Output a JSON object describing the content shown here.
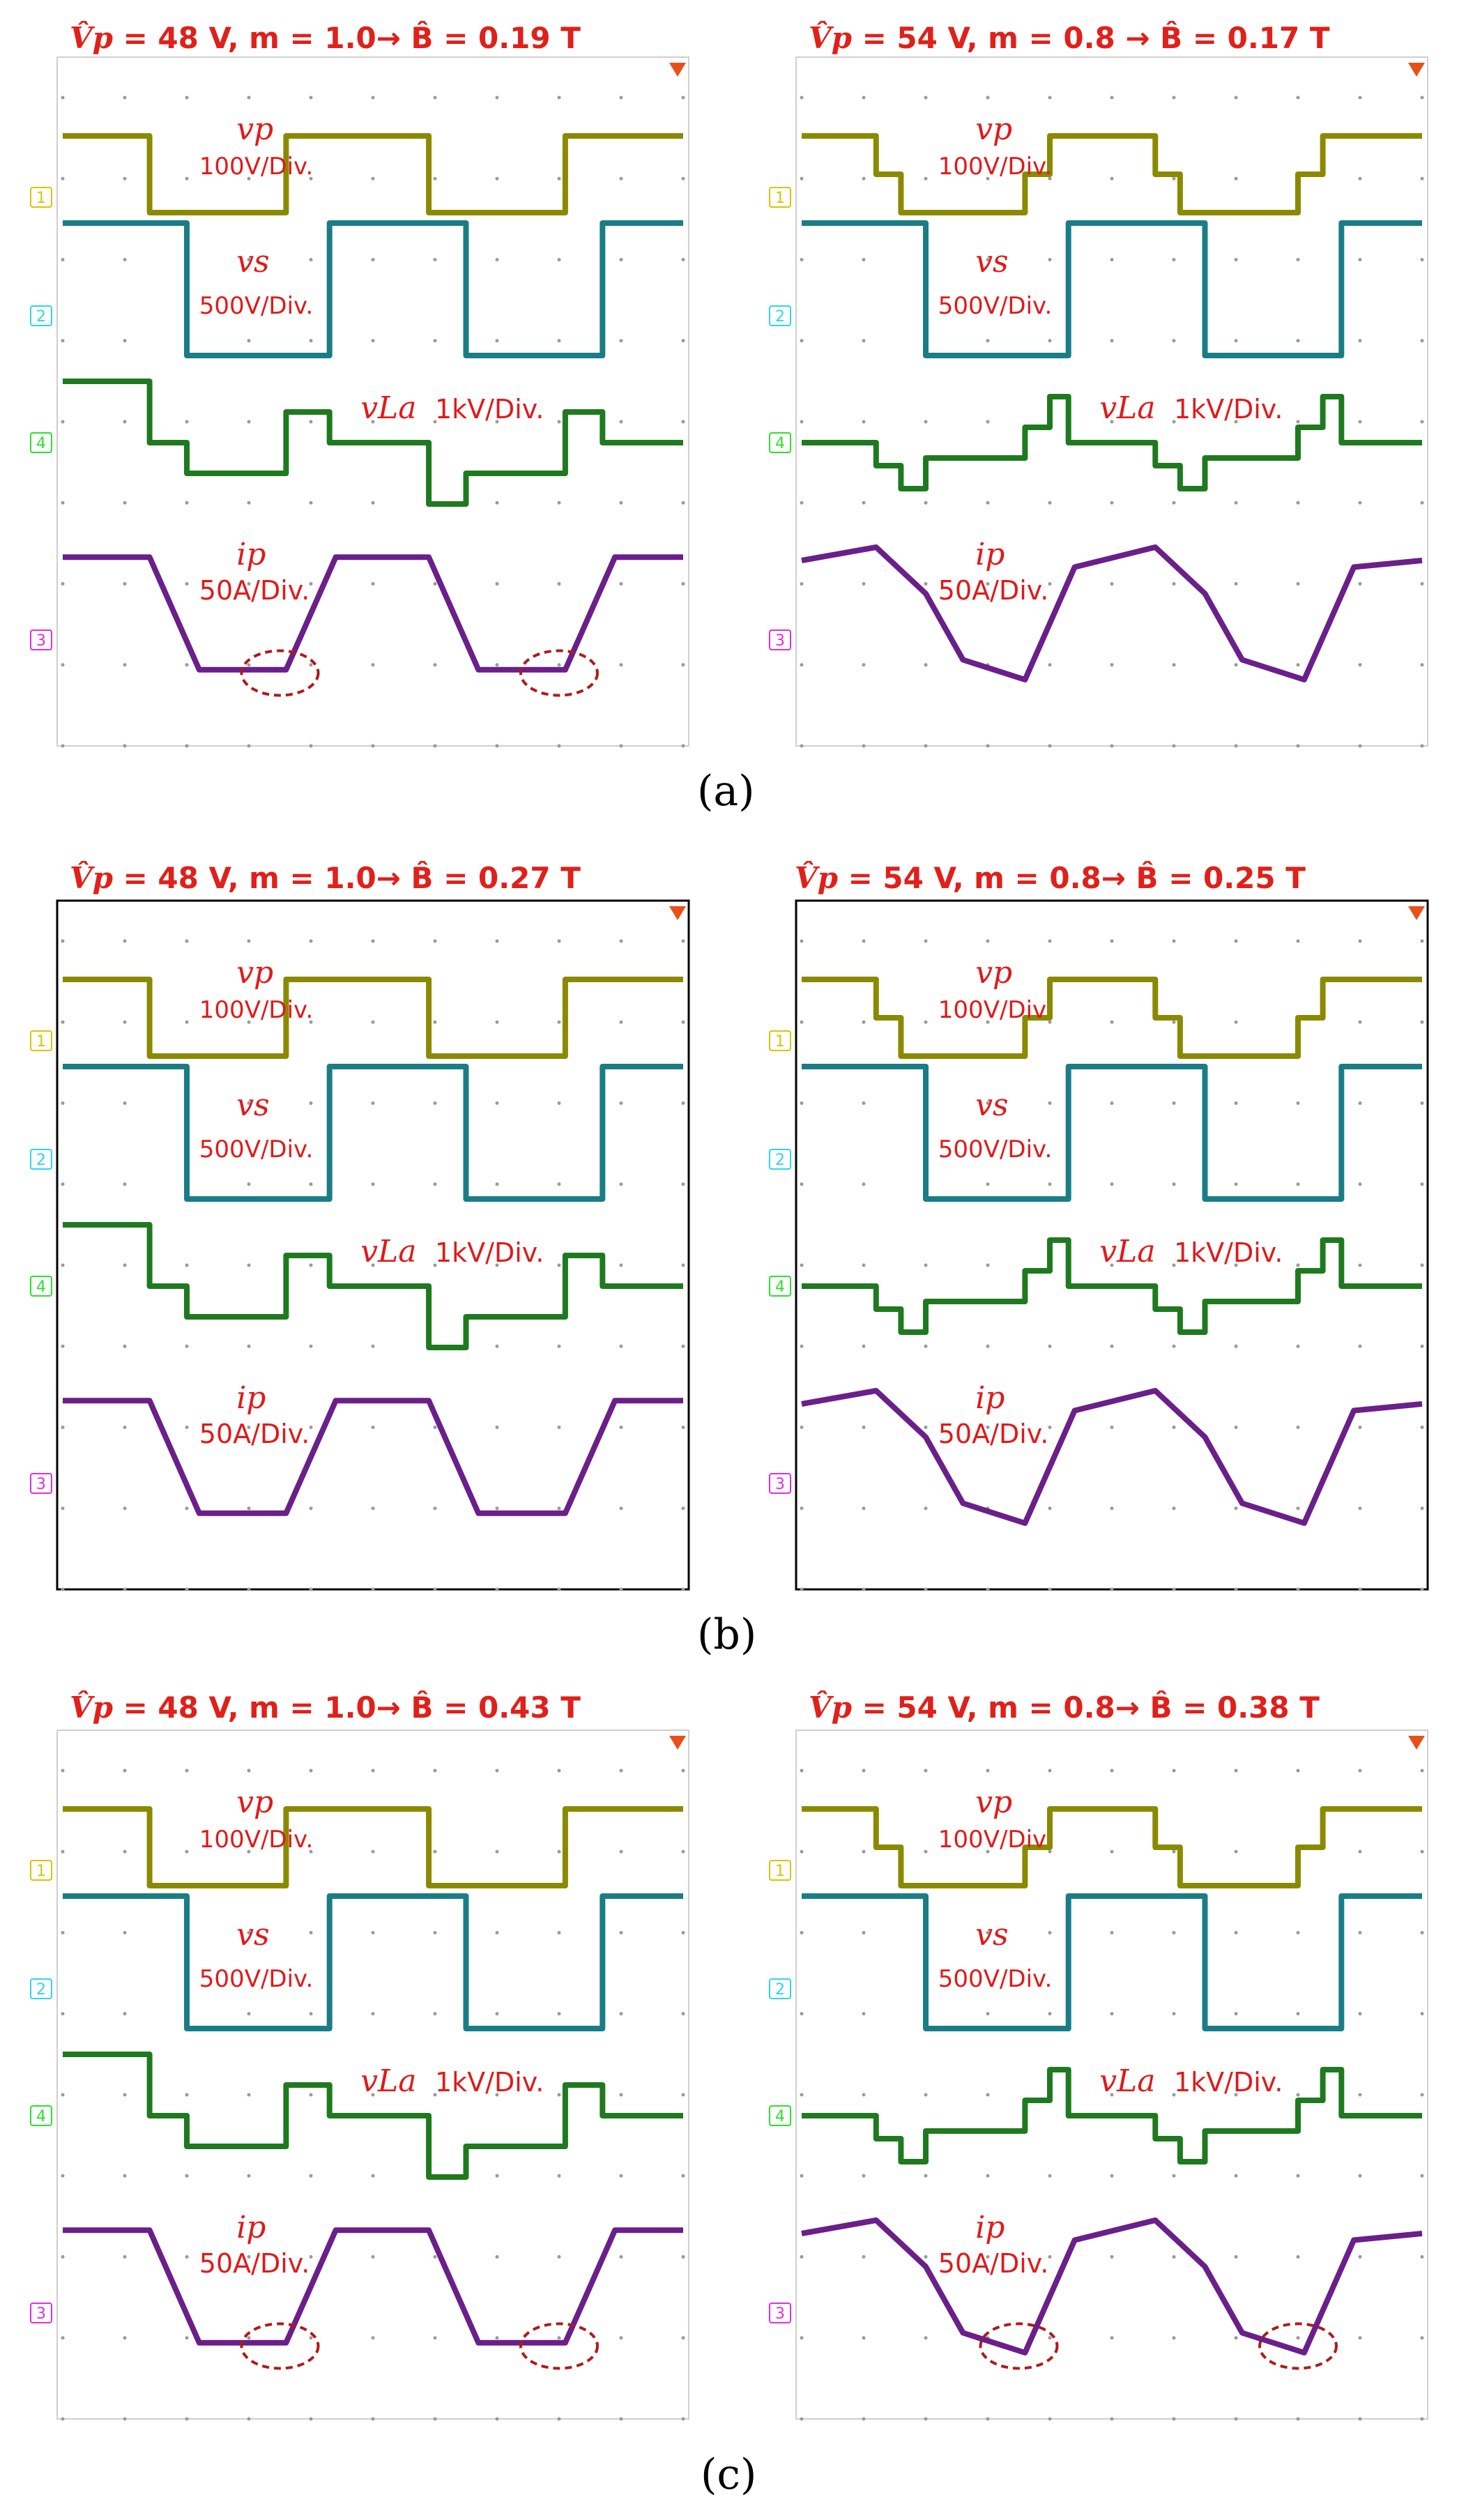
{
  "figure": {
    "captions": [
      "(a)",
      "(b)",
      "(c)"
    ]
  },
  "colors": {
    "title_red": "#e0201a",
    "annotation_red": "#e01a1a",
    "ch1": "#8a8a00",
    "ch2": "#1a7d86",
    "ch4": "#1f7a1f",
    "ch3": "#6a1f8a",
    "marker_ch1": "#d8c400",
    "marker_ch2": "#2ed6e8",
    "marker_ch4": "#2ee02e",
    "marker_ch3": "#e02ee0"
  },
  "icons": [
    "trigger-marker-icon",
    "channel-marker-icon",
    "dashed-ellipse-highlight"
  ],
  "chart_data": [
    {
      "type": "line",
      "panel": "a-left",
      "title": {
        "vp_label": "V̂p",
        "text": " = 48 V, m = 1.0→ B̂ = 0.19 T"
      },
      "channels": [
        "1",
        "2",
        "4",
        "3"
      ],
      "annotations": {
        "vp": "vp",
        "vp_scale": "100V/Div.",
        "vs": "vs",
        "vs_scale": "500V/Div.",
        "vla": "vLa",
        "vla_scale": "1kV/Div.",
        "ip": "ip",
        "ip_scale": "50A/Div."
      },
      "series": [
        {
          "channel": "1",
          "shape": "square",
          "high": 1.0,
          "low": -1.0
        },
        {
          "channel": "2",
          "shape": "square",
          "high": 1.0,
          "low": -1.0
        },
        {
          "channel": "4",
          "shape": "three-level",
          "levels": [
            1,
            0,
            -1
          ]
        },
        {
          "channel": "3",
          "shape": "trapezoid",
          "high": 1.0,
          "low": -1.0
        }
      ],
      "highlights": 2
    },
    {
      "type": "line",
      "panel": "a-right",
      "title": {
        "vp_label": "V̂p",
        "text": " = 54 V, m = 0.8 → B̂ = 0.17 T"
      },
      "channels": [
        "1",
        "2",
        "4",
        "3"
      ],
      "annotations": {
        "vp": "vp",
        "vp_scale": "100V/Div.",
        "vs": "vs",
        "vs_scale": "500V/Div.",
        "vla": "vLa",
        "vla_scale": "1kV/Div.",
        "ip": "ip",
        "ip_scale": "50A/Div."
      },
      "series": [
        {
          "channel": "1",
          "shape": "three-level"
        },
        {
          "channel": "2",
          "shape": "square"
        },
        {
          "channel": "4",
          "shape": "five-level"
        },
        {
          "channel": "3",
          "shape": "triangular-trapezoid"
        }
      ],
      "highlights": 0
    },
    {
      "type": "line",
      "panel": "b-left",
      "title": {
        "vp_label": "V̂p",
        "text": " = 48 V, m = 1.0→ B̂ = 0.27 T"
      },
      "channels": [
        "1",
        "2",
        "4",
        "3"
      ],
      "annotations": {
        "vp": "vp",
        "vp_scale": "100V/Div.",
        "vs": "vs",
        "vs_scale": "500V/Div.",
        "vla": "vLa",
        "vla_scale": "1kV/Div.",
        "ip": "ip",
        "ip_scale": "50A/Div."
      },
      "series": [
        {
          "channel": "1",
          "shape": "square"
        },
        {
          "channel": "2",
          "shape": "square"
        },
        {
          "channel": "4",
          "shape": "three-level"
        },
        {
          "channel": "3",
          "shape": "trapezoid"
        }
      ],
      "highlights": 0
    },
    {
      "type": "line",
      "panel": "b-right",
      "title": {
        "vp_label": "V̂p",
        "text": " = 54 V, m = 0.8→ B̂ = 0.25 T"
      },
      "channels": [
        "1",
        "2",
        "4",
        "3"
      ],
      "annotations": {
        "vp": "vp",
        "vp_scale": "100V/Div",
        "vs": "vs",
        "vs_scale": "500V/Div.",
        "vla": "vLa",
        "vla_scale": "1kV/Div.",
        "ip": "ip",
        "ip_scale": "50A/Div."
      },
      "series": [
        {
          "channel": "1",
          "shape": "three-level"
        },
        {
          "channel": "2",
          "shape": "square"
        },
        {
          "channel": "4",
          "shape": "five-level"
        },
        {
          "channel": "3",
          "shape": "triangular-trapezoid"
        }
      ],
      "highlights": 0
    },
    {
      "type": "line",
      "panel": "c-left",
      "title": {
        "vp_label": "V̂p",
        "text": " = 48 V, m = 1.0→ B̂ = 0.43 T"
      },
      "channels": [
        "1",
        "2",
        "4",
        "3"
      ],
      "annotations": {
        "vp": "vp",
        "vp_scale": "100V/Div.",
        "vs": "vs",
        "vs_scale": "500V/Div.",
        "vla": "vLa",
        "vla_scale": "1kV/Div.",
        "ip": "ip",
        "ip_scale": "50A/Div."
      },
      "series": [
        {
          "channel": "1",
          "shape": "square"
        },
        {
          "channel": "2",
          "shape": "square"
        },
        {
          "channel": "4",
          "shape": "three-level"
        },
        {
          "channel": "3",
          "shape": "trapezoid"
        }
      ],
      "highlights": 2
    },
    {
      "type": "line",
      "panel": "c-right",
      "title": {
        "vp_label": "V̂p",
        "text": " = 54 V, m = 0.8→ B̂ = 0.38 T"
      },
      "channels": [
        "1",
        "2",
        "4",
        "3"
      ],
      "annotations": {
        "vp": "vp",
        "vp_scale": "100V/Div",
        "vs": "vs",
        "vs_scale": "500V/Div.",
        "vla": "vLa",
        "vla_scale": "1kV/Div.",
        "ip": "ip",
        "ip_scale": "50A/Div."
      },
      "series": [
        {
          "channel": "1",
          "shape": "three-level"
        },
        {
          "channel": "2",
          "shape": "square"
        },
        {
          "channel": "4",
          "shape": "five-level"
        },
        {
          "channel": "3",
          "shape": "triangular-trapezoid"
        }
      ],
      "highlights": 2
    }
  ]
}
